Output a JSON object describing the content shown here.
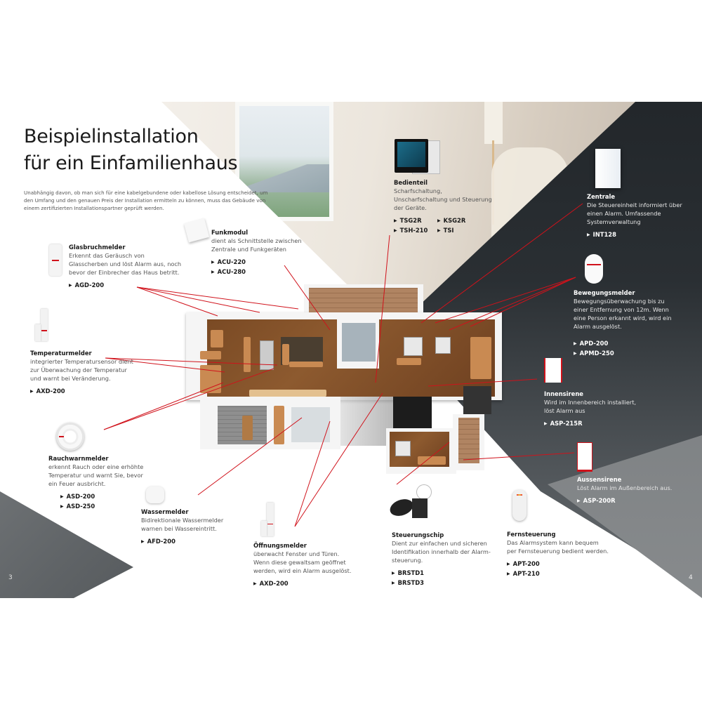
{
  "page": {
    "title_line1": "Beispielinstallation",
    "title_line2": "für ein Einfamilienhaus",
    "intro": "Unabhängig davon, ob man sich für eine kabelgebundene oder kabellose Lösung entscheidet, um den Umfang und den genauen Preis der Installation ermitteln zu können, muss das Gebäude von einem zertifizierten Installationspartner geprüft werden.",
    "page_left": "3",
    "page_right": "4"
  },
  "colors": {
    "accent_red": "#d0121b",
    "dark_panel": "#23272b",
    "text_dark": "#1a1a1a",
    "text_body": "#555555"
  },
  "devices": {
    "glasbruchmelder": {
      "name": "Glasbruchmelder",
      "desc": "Erkennt das Geräusch von Glasscherben und löst Alarm aus, noch bevor der Einbrecher das Haus betritt.",
      "models": [
        "AGD-200"
      ],
      "icon": "glass-break-detector-icon"
    },
    "funkmodul": {
      "name": "Funkmodul",
      "desc": "dient als Schnittstelle zwischen Zentrale und Funkgeräten",
      "models": [
        "ACU-220",
        "ACU-280"
      ],
      "icon": "radio-module-icon"
    },
    "bedienteil": {
      "name": "Bedienteil",
      "desc": "Scharfschaltung, Unscharfschaltung und Steuerung der Geräte.",
      "models": [
        "TSG2R",
        "KSG2R",
        "TSH-210",
        "TSI"
      ],
      "icon": "touch-keypad-icon"
    },
    "zentrale": {
      "name": "Zentrale",
      "desc": "Die Steuereinheit informiert über einen Alarm. Umfassende Systemverwaltung",
      "models": [
        "INT128"
      ],
      "icon": "control-panel-icon"
    },
    "bewegungsmelder": {
      "name": "Bewegungsmelder",
      "desc": "Bewegungsüberwachung bis zu einer Entfernung von 12m. Wenn eine Person erkannt wird, wird ein Alarm ausgelöst.",
      "models": [
        "APD-200",
        "APMD-250"
      ],
      "icon": "motion-detector-icon"
    },
    "temperaturmelder": {
      "name": "Temperaturmelder",
      "desc": "integrierter Temperatursensor dient zur Überwachung der Temperatur und warnt bei Veränderung.",
      "models": [
        "AXD-200"
      ],
      "icon": "temperature-sensor-icon"
    },
    "innensirene": {
      "name": "Innensirene",
      "desc": "Wird im Innenbereich installiert, löst Alarm aus",
      "models": [
        "ASP-215R"
      ],
      "icon": "indoor-siren-icon"
    },
    "rauchwarnmelder": {
      "name": "Rauchwarnmelder",
      "desc": "erkennt Rauch oder eine erhöhte Temperatur und warnt Sie, bevor ein Feuer ausbricht.",
      "models": [
        "ASD-200",
        "ASD-250"
      ],
      "icon": "smoke-detector-icon"
    },
    "aussensirene": {
      "name": "Aussensirene",
      "desc": "Löst Alarm im Außenbereich aus.",
      "models": [
        "ASP-200R"
      ],
      "icon": "outdoor-siren-icon"
    },
    "wassermelder": {
      "name": "Wassermelder",
      "desc": "Bidirektionale Wassermelder warnen bei Wassereintritt.",
      "models": [
        "AFD-200"
      ],
      "icon": "water-detector-icon"
    },
    "oeffnungsmelder": {
      "name": "Öffnungsmelder",
      "desc": "überwacht Fenster und Türen. Wenn diese gewaltsam geöffnet werden, wird ein Alarm ausgelöst.",
      "models": [
        "AXD-200"
      ],
      "icon": "door-window-contact-icon"
    },
    "steuerungschip": {
      "name": "Steuerungschip",
      "desc": "Dient zur einfachen und sicheren Identifikation innerhalb der Alarm-steuerung.",
      "models": [
        "BRSTD1",
        "BRSTD3"
      ],
      "icon": "proximity-tag-icon"
    },
    "fernsteuerung": {
      "name": "Fernsteuerung",
      "desc": "Das Alarmsystem kann bequem per Fernsteuerung bedient werden.",
      "models": [
        "APT-200",
        "APT-210"
      ],
      "icon": "remote-control-icon"
    }
  }
}
